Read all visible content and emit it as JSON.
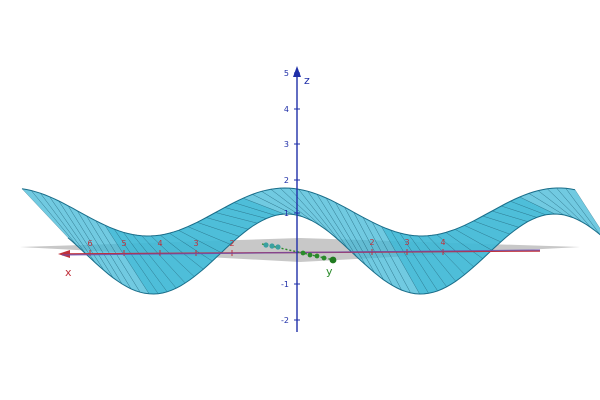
{
  "surface": {
    "color": "#3fb8d6",
    "edge_color": "#1a6e8a",
    "mesh_color": "#0f4f66"
  },
  "floor_plane": {
    "color": "#9a9a9a"
  },
  "axes": {
    "z": {
      "label": "z",
      "color": "#1f2fa8",
      "ticks": [
        "5",
        "4",
        "3",
        "2",
        "1",
        "-1",
        "-2"
      ]
    },
    "x": {
      "label": "x",
      "color": "#c0303a",
      "ticks_left": [
        "6",
        "5",
        "4",
        "3",
        "2"
      ],
      "ticks_right": [
        "2",
        "3",
        "4"
      ]
    },
    "y": {
      "label": "y",
      "color": "#2a8a2a"
    }
  }
}
